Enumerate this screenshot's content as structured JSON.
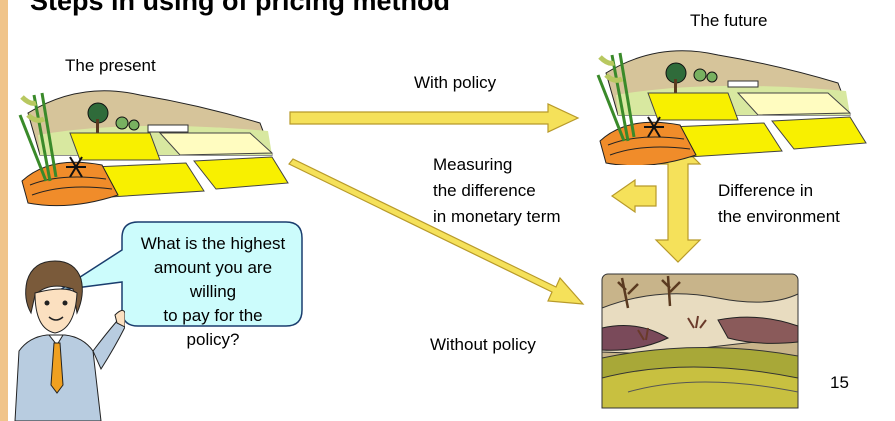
{
  "slide": {
    "title": "Steps in using of pricing method",
    "page_number": "15"
  },
  "labels": {
    "present": "The present",
    "future": "The future",
    "with_policy": "With policy",
    "without_policy": "Without policy",
    "measuring": [
      "Measuring",
      "the difference",
      "in monetary term"
    ],
    "difference": [
      "Difference in",
      "the environment"
    ]
  },
  "speech": {
    "lines": [
      "What is the highest",
      "amount you are willing",
      "to pay for the policy?"
    ]
  },
  "colors": {
    "arrow_fill": "#f5e15a",
    "arrow_stroke": "#b89a2a",
    "bubble_fill": "#ccfcfc",
    "field_yellow": "#f8f000",
    "side_stripe": "#f0c48a"
  }
}
